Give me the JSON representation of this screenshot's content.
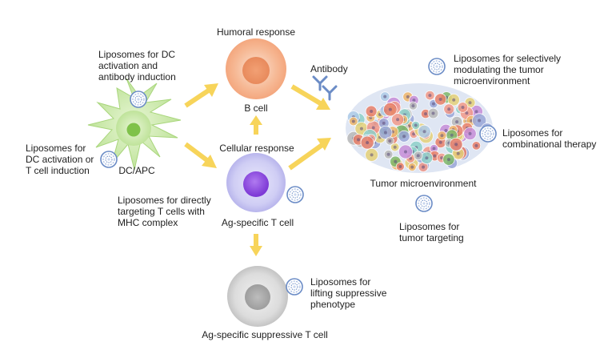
{
  "labels": {
    "humoral_response": "Humoral response",
    "b_cell": "B cell",
    "antibody": "Antibody",
    "cellular_response": "Cellular response",
    "dc_apc": "DC/APC",
    "ag_specific_t_cell": "Ag-specific T cell",
    "ag_specific_suppressive_t_cell": "Ag-specific suppressive T cell",
    "tumor_microenvironment": "Tumor microenvironment"
  },
  "liposome_notes": {
    "dc_activation_antibody": "Liposomes for DC\nactivation and\nantibody induction",
    "dc_t_cell_induction": "Liposomes for\nDC activation or\nT cell induction",
    "directly_targeting_t": "Liposomes for directly\ntargeting T cells with\nMHC complex",
    "modulating_tme": "Liposomes for selectively\nmodulating the tumor\nmicroenvironment",
    "combinational_therapy": "Liposomes for\ncombinational therapy",
    "tumor_targeting": "Liposomes for\ntumor targeting",
    "lifting_suppressive": "Liposomes for\nlifting suppressive\nphenotype"
  },
  "colors": {
    "b_cell": "#f4a77e",
    "t_cell": "#c9c7f2",
    "t_cell_nucleus": "#8f4ae0",
    "suppressive_t_cell": "#d4d4d4",
    "dc_cell": "#bfe39a",
    "arrow": "#f7d45a",
    "liposome": "#6b8cc6"
  },
  "icons": [
    "liposome-icon",
    "antibody-icon",
    "dendritic-cell-icon",
    "tumor-cluster-icon"
  ]
}
